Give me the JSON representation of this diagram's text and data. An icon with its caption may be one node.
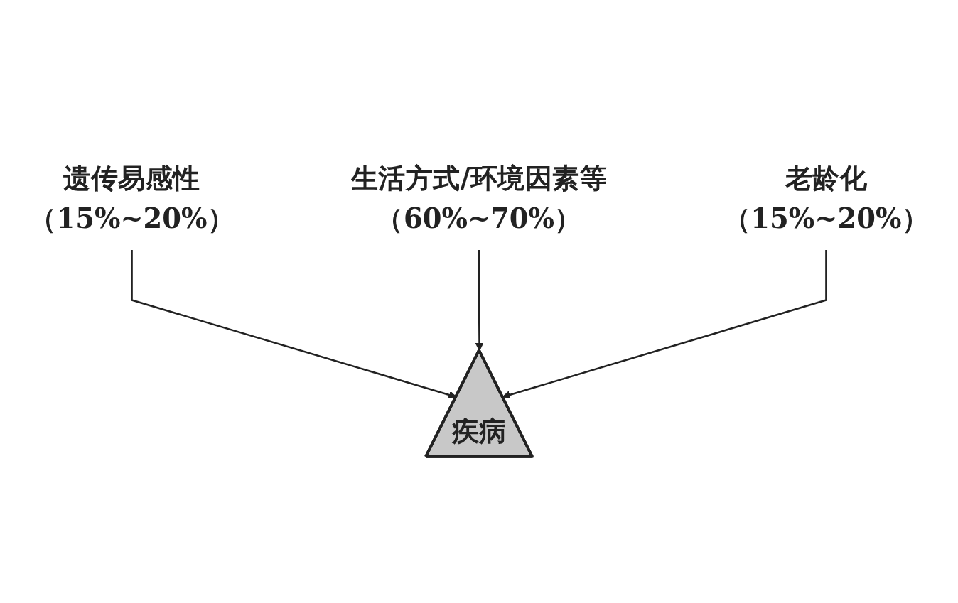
{
  "diagram": {
    "nodes": [
      {
        "text": [
          "遗传易感性",
          "（15%~20%）"
        ]
      },
      {
        "text": [
          "生活方式/环境因素等",
          "（60%~70%）"
        ]
      },
      {
        "text": [
          "疾病"
        ]
      },
      {
        "text": [
          "老龄化",
          "（15%~20%）"
        ]
      }
    ],
    "edges": [
      {
        "from": 0,
        "to": 2,
        "arrow": "to"
      },
      {
        "from": 1,
        "to": 2,
        "arrow": "to"
      },
      {
        "from": 3,
        "to": 2,
        "arrow": "to"
      }
    ]
  }
}
